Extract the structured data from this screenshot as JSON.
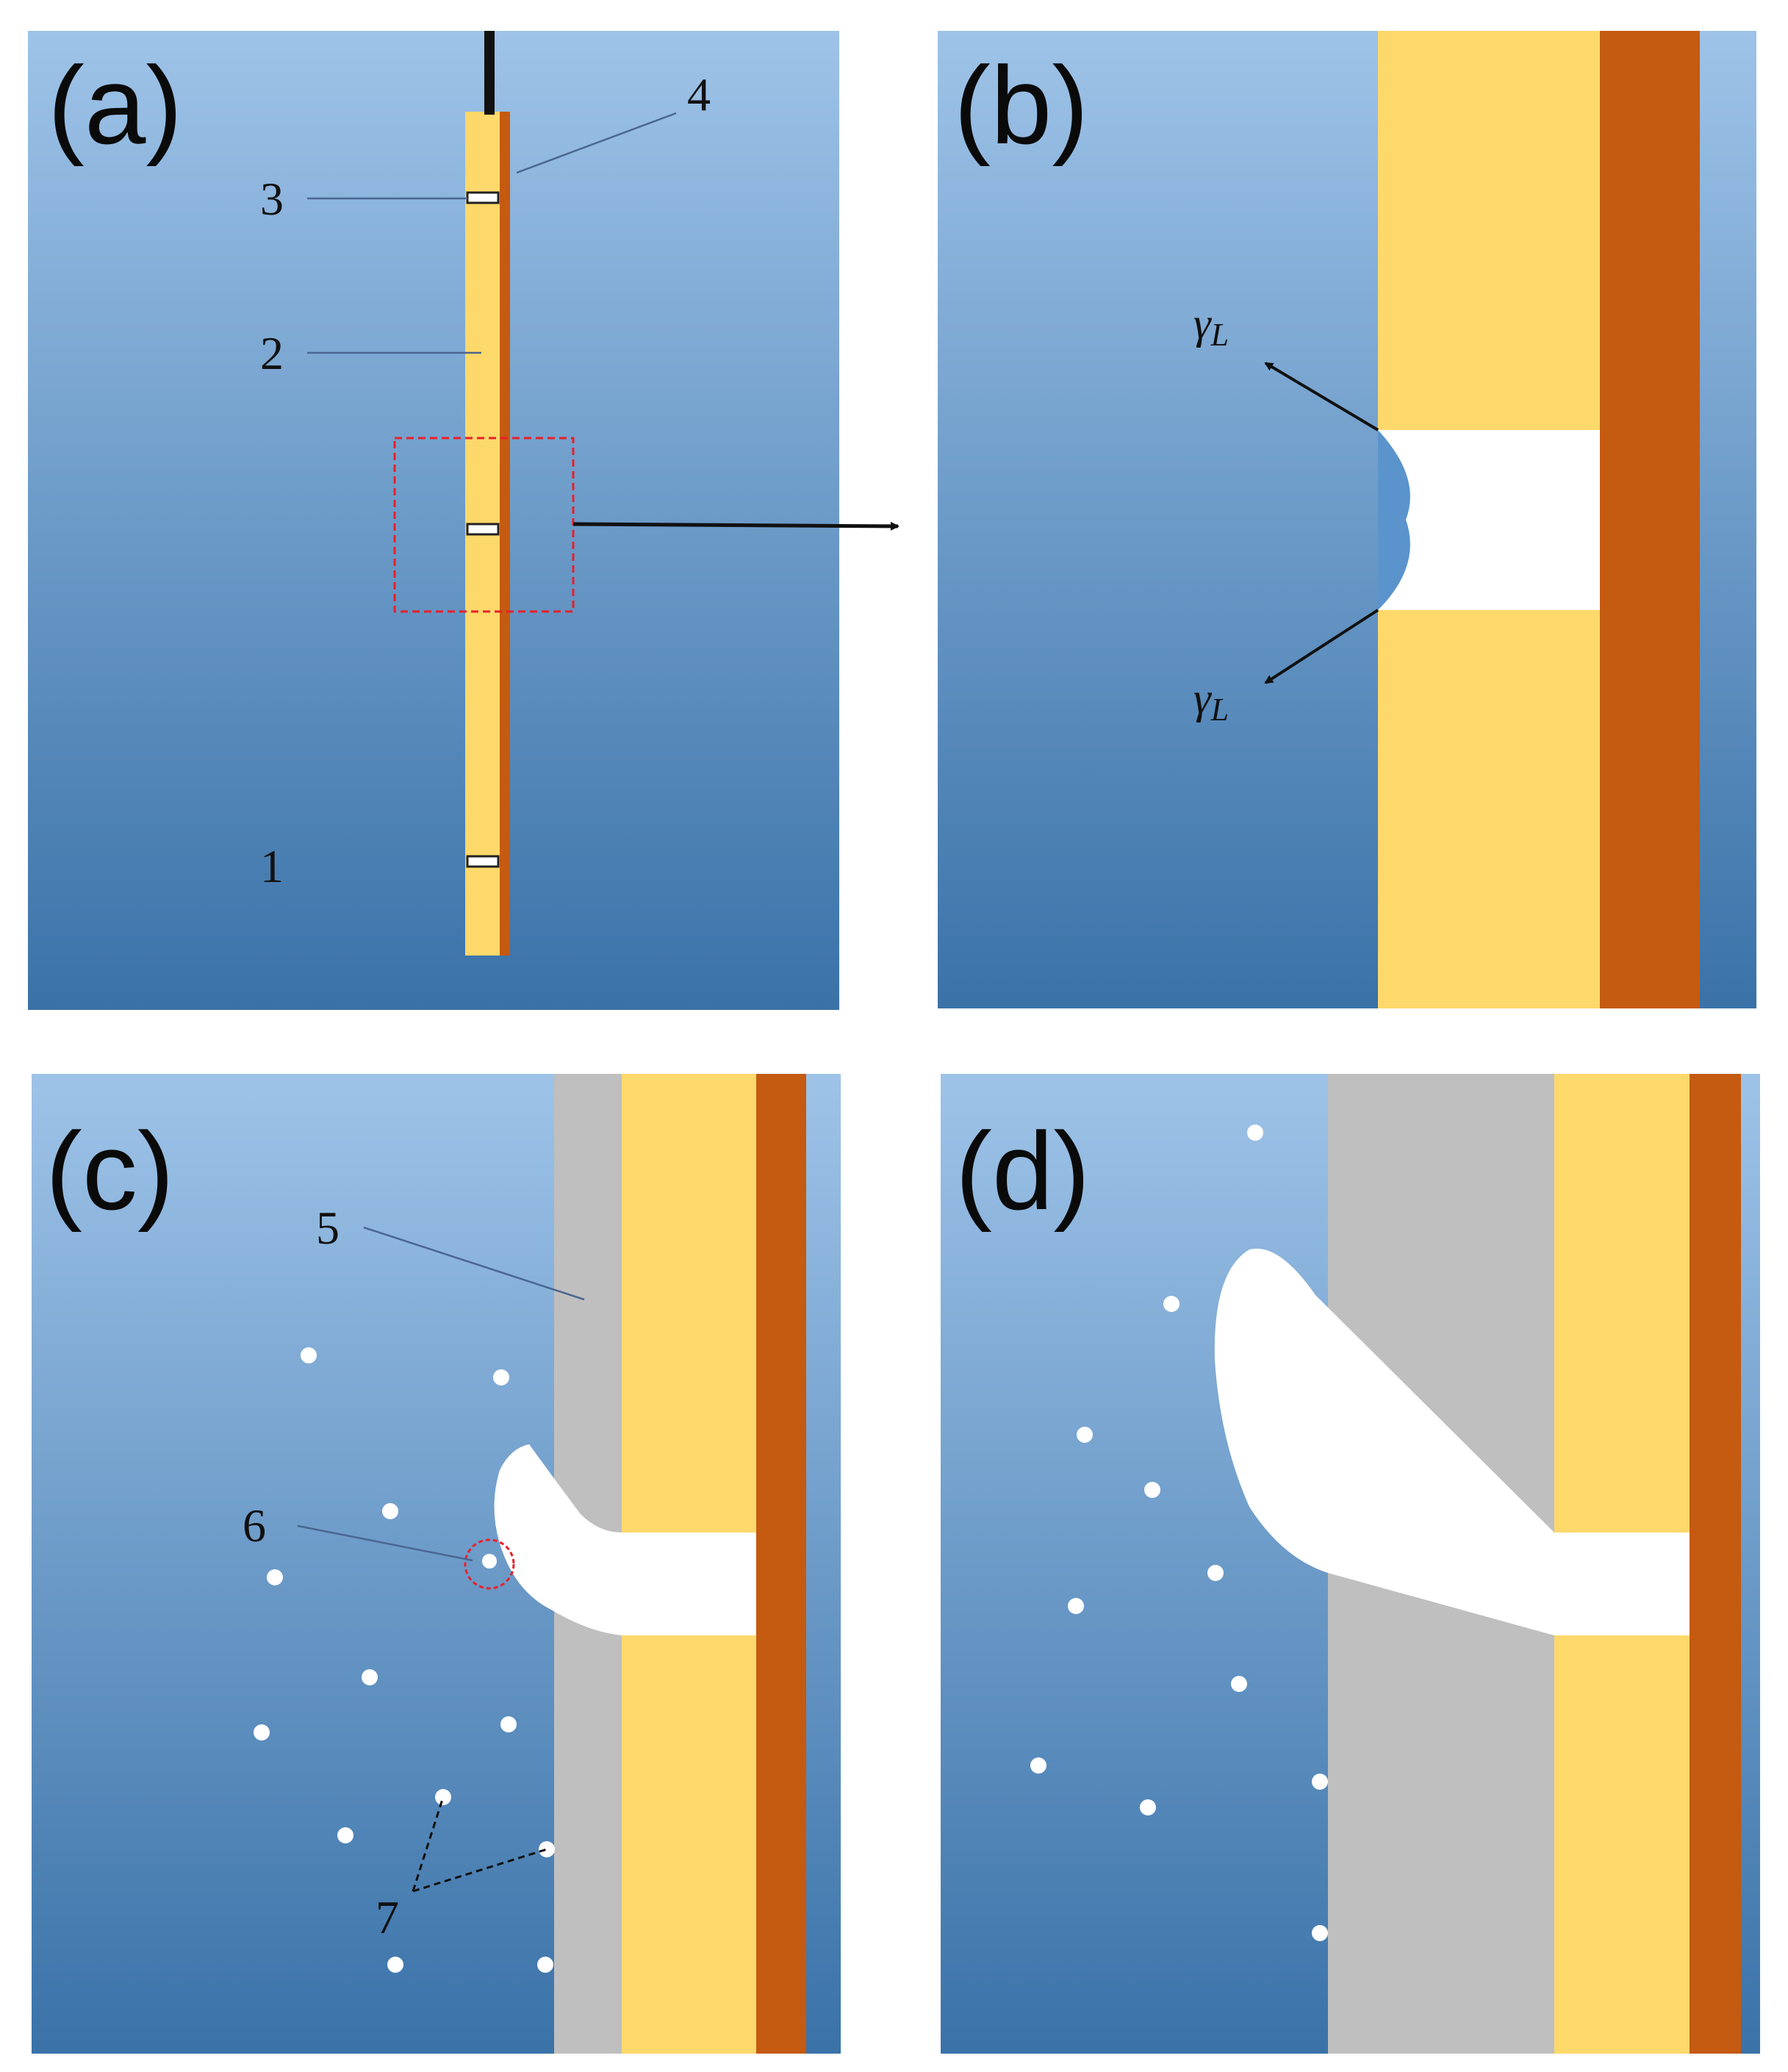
{
  "panels": {
    "a": {
      "label": "(a)",
      "callouts": [
        "1",
        "2",
        "3",
        "4"
      ]
    },
    "b": {
      "label": "(b)",
      "force_label": "γ",
      "force_subscript": "L"
    },
    "c": {
      "label": "(c)",
      "callouts": [
        "5",
        "6",
        "7"
      ]
    },
    "d": {
      "label": "(d)"
    }
  },
  "colors": {
    "water_top": "#9ec3e8",
    "water_bottom": "#3a72a8",
    "coating_yellow": "#fdd86b",
    "substrate_orange": "#c55a11",
    "deposit_gray": "#bfbfbf",
    "bubble_white": "#ffffff",
    "highlight_red": "#e8202a"
  }
}
